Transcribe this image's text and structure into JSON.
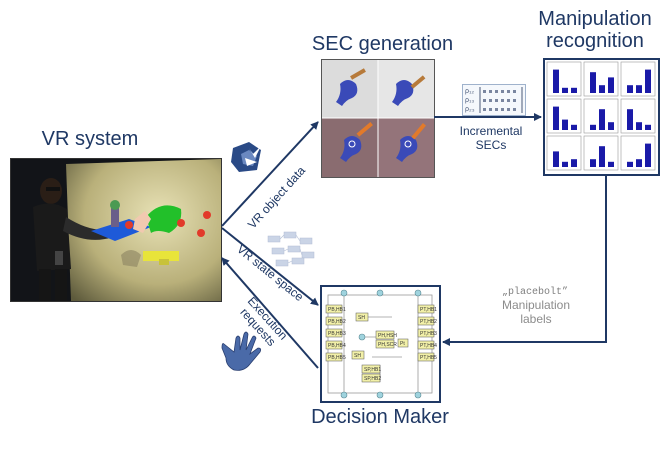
{
  "titles": {
    "vr_system": "VR system",
    "sec_generation": "SEC generation",
    "manipulation_recognition": "Manipulation recognition",
    "decision_maker": "Decision Maker"
  },
  "edge_labels": {
    "vr_object_data": "VR object data",
    "vr_state_space": "VR state space",
    "execution_requests": "Execution requests",
    "incremental_secs": "Incremental SECs",
    "manipulation_labels": "Manipulation labels",
    "placebolt": "„placebolt”"
  },
  "sec_matrix_rows": [
    "ρ₁₂",
    "ρ₁₃",
    "ρ₂₃"
  ],
  "dm_nodes": [
    "PB,HB1",
    "PB,HB2",
    "PB,HB3",
    "PB,HB4",
    "PB,HB5",
    "PT,HB1",
    "PT,HB2",
    "PT,HB3",
    "PT,HB4",
    "PT,HB5",
    "PH,HSH",
    "PH,SCR",
    "SP,HB1",
    "SP,HB2",
    "SH",
    "SH",
    "Pt"
  ],
  "colors": {
    "accent": "#1f3864",
    "bars": "#1a1aa8",
    "dm_node": "#f2f0a8"
  }
}
